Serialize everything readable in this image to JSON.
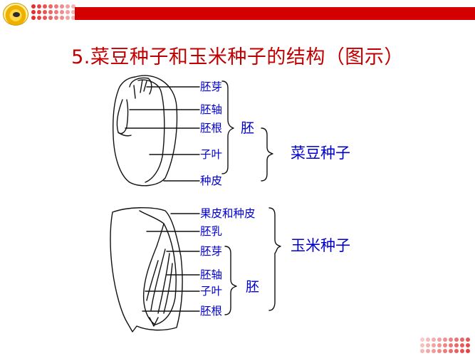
{
  "title": "5.菜豆种子和玉米种子的结构（图示）",
  "bean": {
    "name": "菜豆种子",
    "embryo_label": "胚",
    "parts": [
      "胚芽",
      "胚轴",
      "胚根",
      "子叶",
      "种皮"
    ]
  },
  "corn": {
    "name": "玉米种子",
    "embryo_label": "胚",
    "parts": [
      "果皮和种皮",
      "胚乳",
      "胚芽",
      "胚轴",
      "子叶",
      "胚根"
    ]
  },
  "colors": {
    "title": "#c00000",
    "label": "#0000cc",
    "line": "#111111",
    "banner": "#d40000"
  }
}
